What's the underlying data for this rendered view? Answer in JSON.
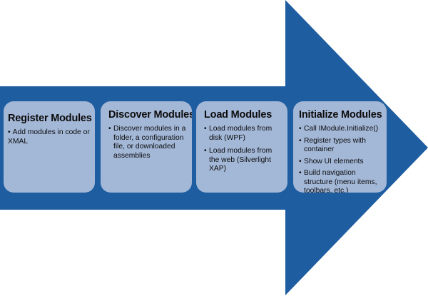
{
  "colors": {
    "arrow": "#1d5da0",
    "box": "#a3b7d7",
    "text": "#0c0c0c"
  },
  "stages": [
    {
      "title": "Register Modules",
      "items": [
        "Add modules in code or XMAL"
      ]
    },
    {
      "title": "Discover Modules",
      "items": [
        "Discover modules in a folder, a configuration file, or downloaded assemblies"
      ]
    },
    {
      "title": "Load Modules",
      "items": [
        "Load modules from disk (WPF)",
        "Load modules from the web (Silverlight XAP)"
      ]
    },
    {
      "title": "Initialize Modules",
      "items": [
        "Call IModule.Initialize()",
        "Register types with container",
        "Show UI elements",
        "Build navigation structure (menu items, toolbars, etc.)"
      ]
    }
  ]
}
